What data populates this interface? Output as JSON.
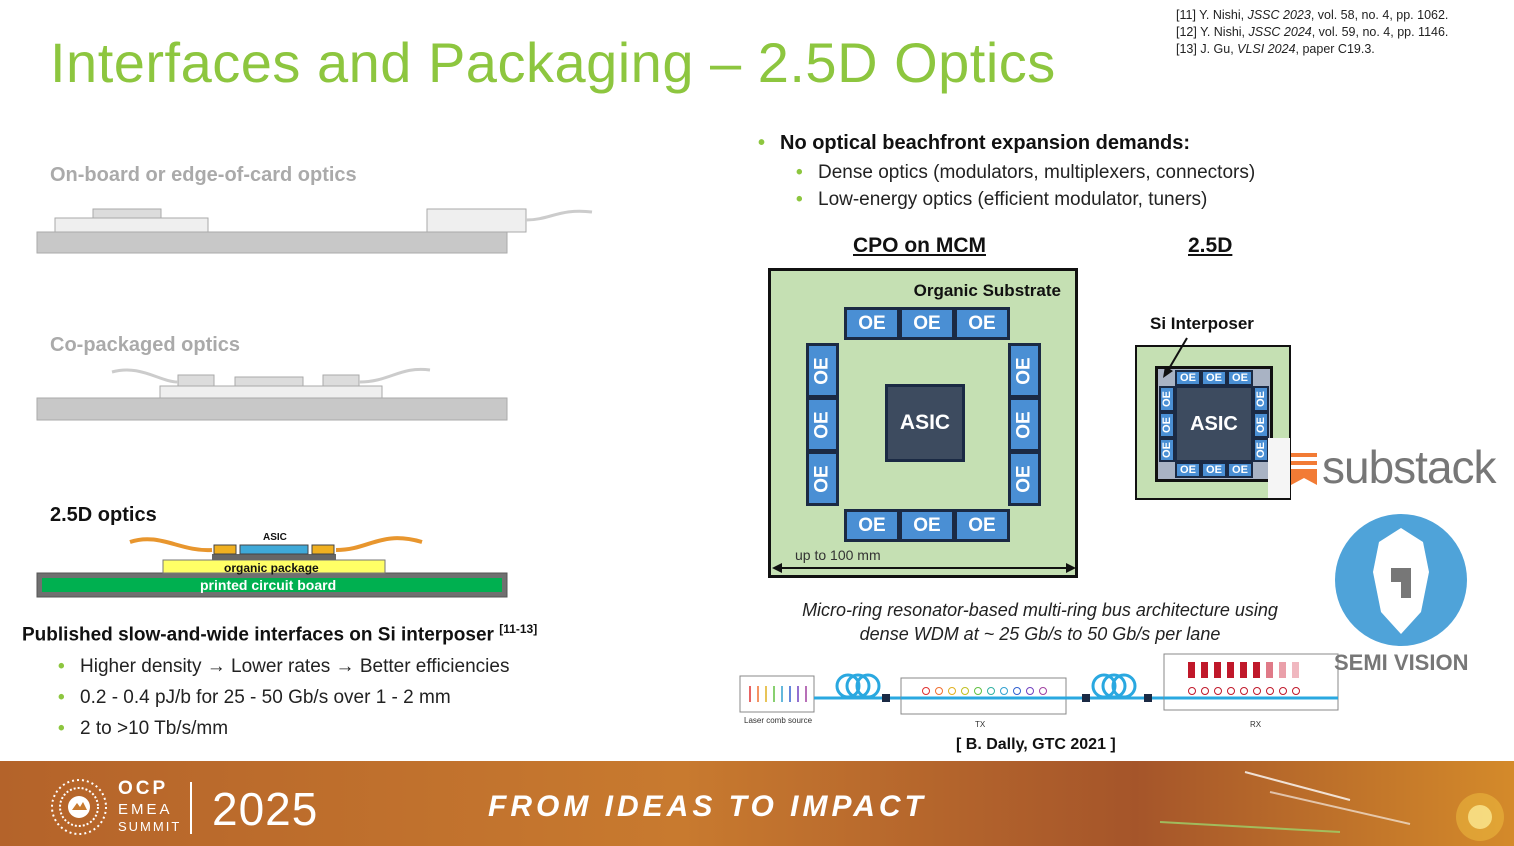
{
  "title": "Interfaces and Packaging – 2.5D Optics",
  "references": [
    {
      "id": "[11] Y. Nishi, ",
      "venue": "JSSC 2023",
      "rest": ", vol. 58, no. 4, pp. 1062."
    },
    {
      "id": "[12] Y. Nishi, ",
      "venue": "JSSC 2024",
      "rest": ", vol. 59, no. 4, pp. 1146."
    },
    {
      "id": "[13] J. Gu, ",
      "venue": "VLSI 2024",
      "rest": ", paper C19.3."
    }
  ],
  "left": {
    "onboard_label": "On-board or edge-of-card optics",
    "cpo_label": "Co-packaged optics",
    "optics25_label": "2.5D optics",
    "asic_label": "ASIC",
    "organic_package_label": "organic package",
    "pcb_label": "printed circuit board",
    "published_heading": "Published slow-and-wide interfaces on Si interposer ",
    "published_ref": "[11-13]",
    "bullets": [
      "Higher density  →  Lower rates  →  Better efficiencies",
      "0.2 - 0.4 pJ/b for 25 - 50 Gb/s over 1 - 2 mm",
      "2 to >10 Tb/s/mm"
    ]
  },
  "right": {
    "main_bullet": "No optical beachfront expansion demands:",
    "sub_bullets": [
      "Dense optics (modulators, multiplexers, connectors)",
      "Low-energy optics (efficient modulator, tuners)"
    ],
    "cpo_title": "CPO on MCM",
    "d25_title": "2.5D",
    "organic_substrate_label": "Organic Substrate",
    "si_interposer_label": "Si Interposer",
    "oe_label": "OE",
    "asic_label": "ASIC",
    "dimension_label": "up to 100 mm",
    "caption_line1": "Micro-ring resonator-based multi-ring bus architecture using",
    "caption_line2": "dense WDM at ~ 25 Gb/s to 50 Gb/s per lane",
    "laser_label": "Laser comb source",
    "tx_label": "TX",
    "rx_label": "RX",
    "citation": "[ B. Dally, GTC 2021 ]"
  },
  "watermarks": {
    "substack": "substack",
    "semivision": "SEMI VISION"
  },
  "footer": {
    "ocp": "OCP",
    "emea": "EMEA",
    "summit": "SUMMIT",
    "year": "2025",
    "tagline": "FROM IDEAS TO IMPACT"
  },
  "colors": {
    "accent_green": "#8dc63f",
    "oe_blue": "#4a8fd4",
    "substrate_green": "#c5e0b3",
    "footer_orange": "#c87a2f"
  }
}
